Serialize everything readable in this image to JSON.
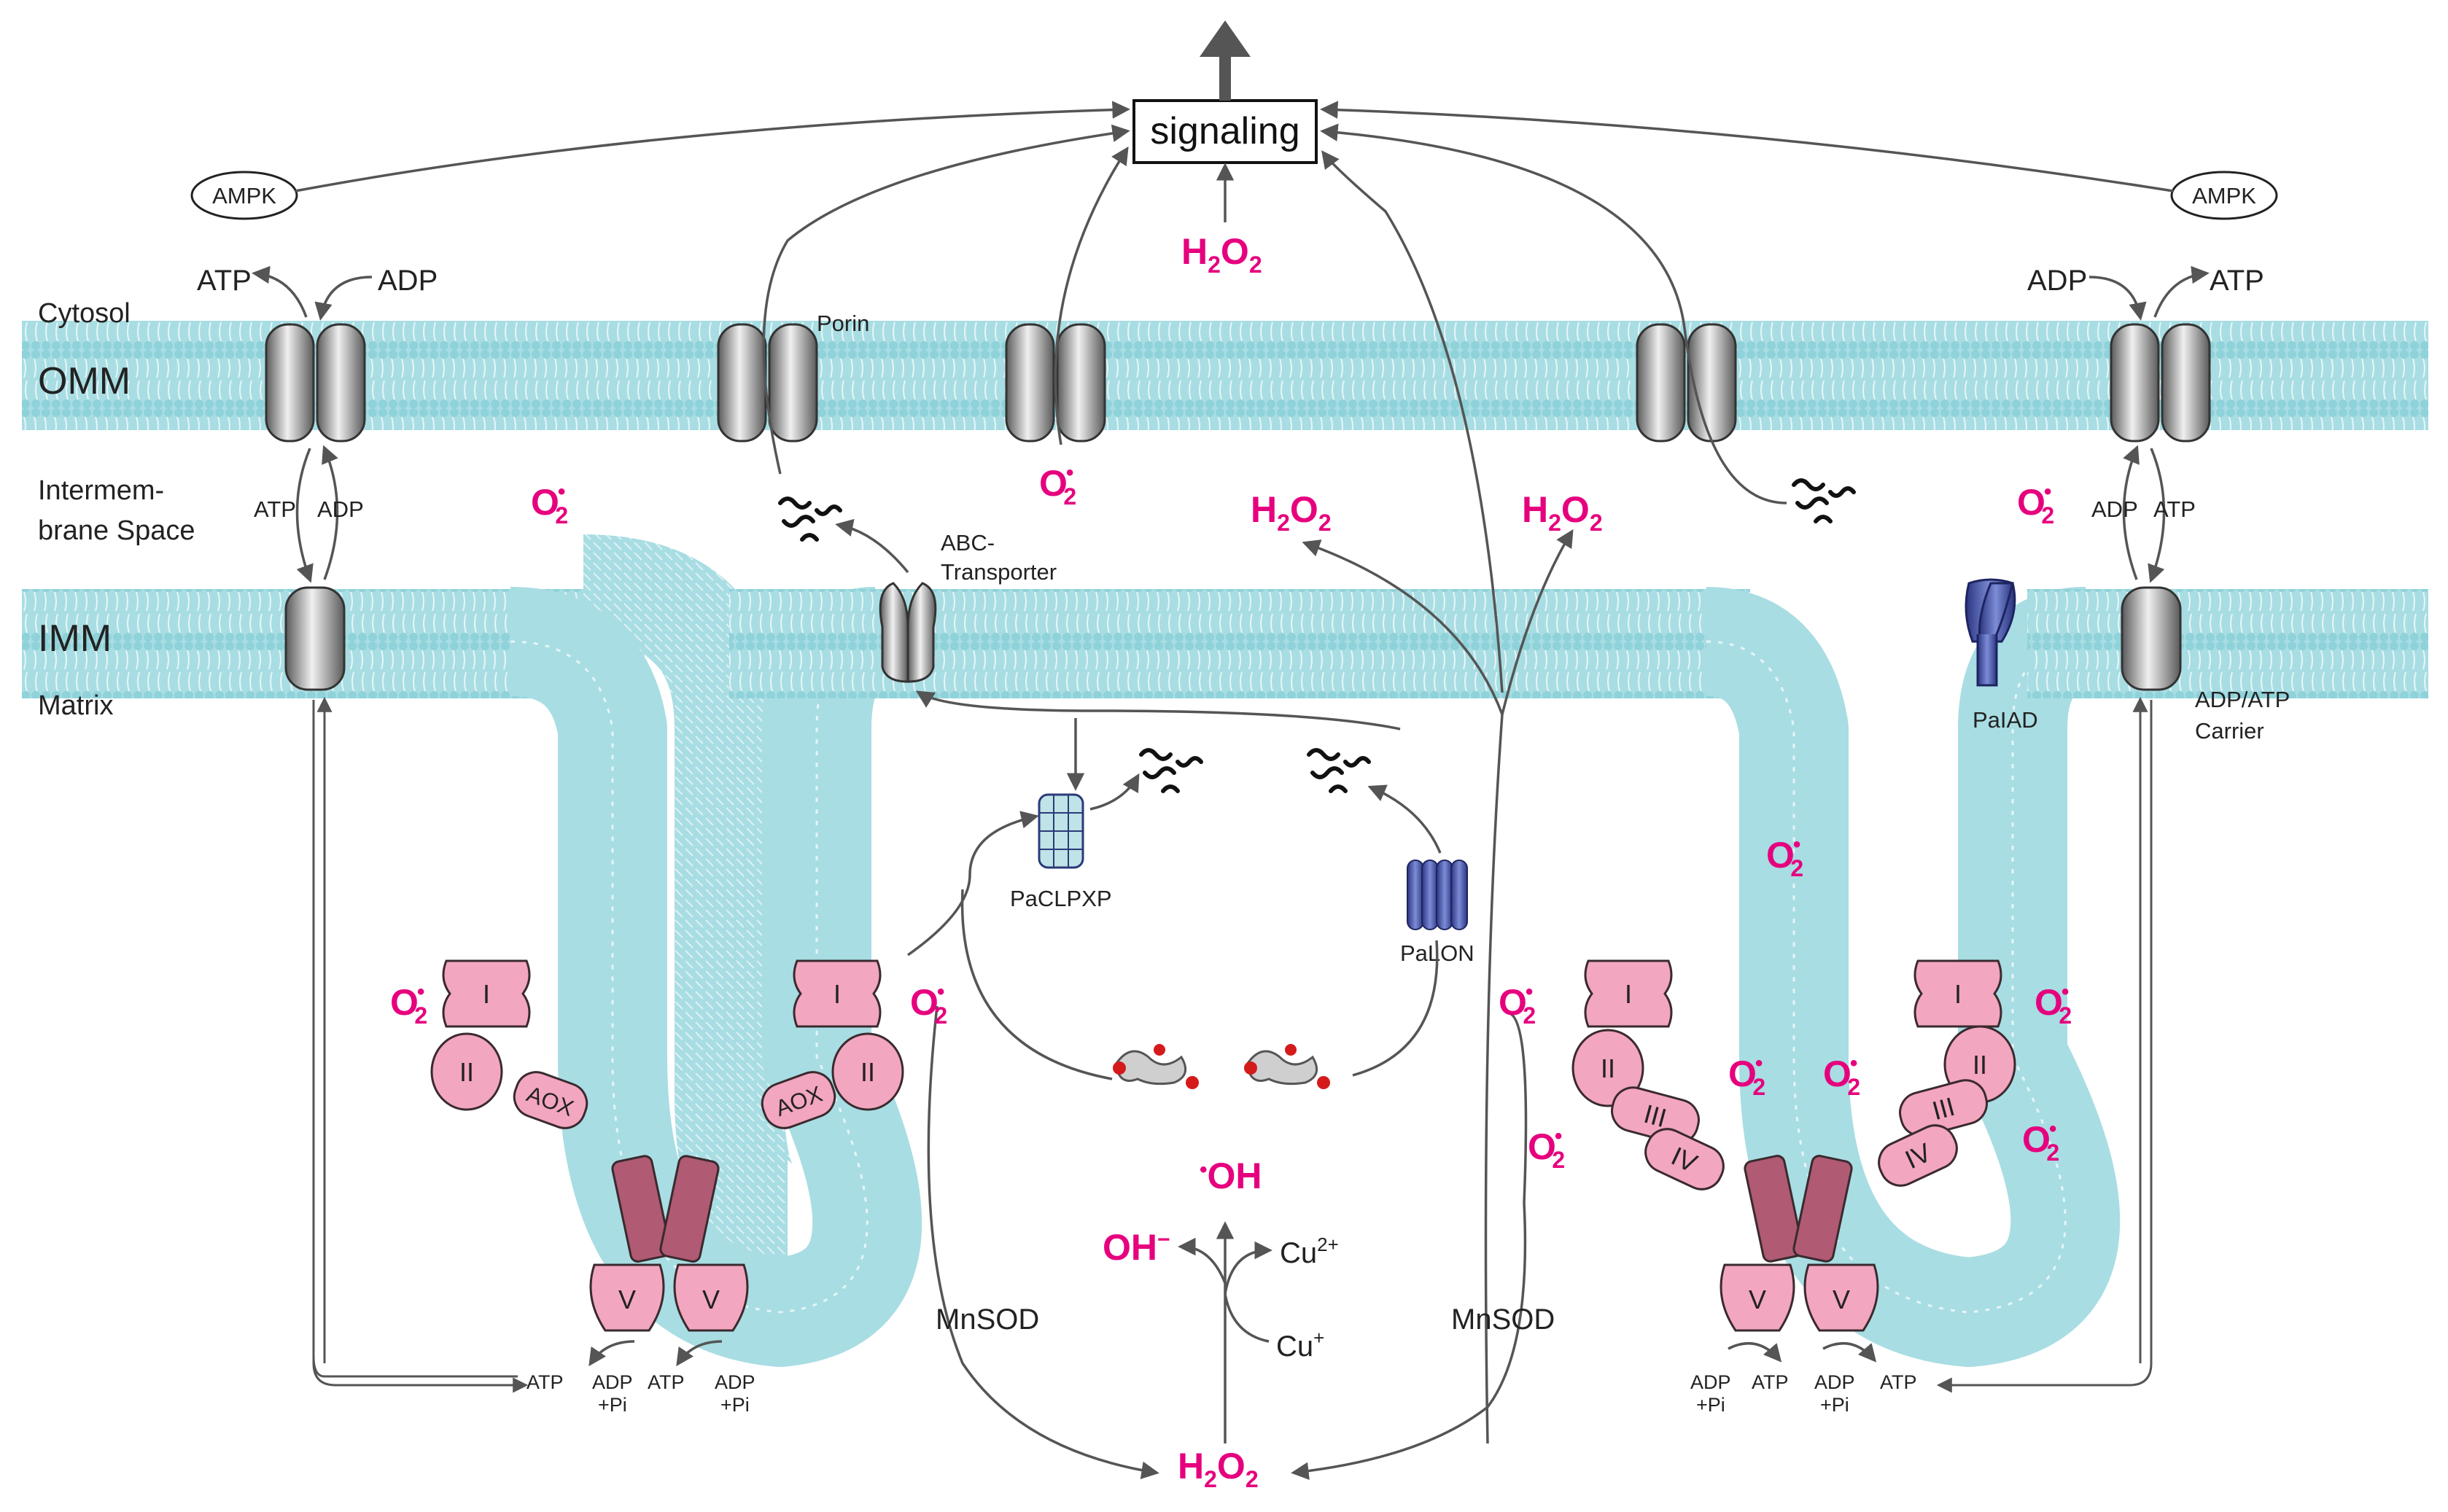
{
  "signaling": "signaling",
  "ampk_left": "AMPK",
  "ampk_right": "AMPK",
  "regions": {
    "cytosol": "Cytosol",
    "omm": "OMM",
    "ims_line1": "Intermem-",
    "ims_line2": "brane Space",
    "imm": "IMM",
    "matrix": "Matrix"
  },
  "labels": {
    "atp": "ATP",
    "adp": "ADP",
    "adp_pi_top": "ADP",
    "adp_pi_bottom": "+Pi",
    "porin": "Porin",
    "abc_line1": "ABC-",
    "abc_line2": "Transporter",
    "paclpxp": "PaCLPXP",
    "palon": "PaLON",
    "palad": "PaIAD",
    "carrier_line1": "ADP/ATP",
    "carrier_line2": "Carrier",
    "mnsod": "MnSOD",
    "cu2": "Cu",
    "cu2_sup": "2+",
    "cu1": "Cu",
    "cu1_sup": "+",
    "oh_minus": "OH",
    "oh_minus_sup": "−",
    "oh_radical": "OH",
    "oh_radical_dot": "•",
    "h2o2_h": "H",
    "h2o2_2": "2",
    "h2o2_o": "O",
    "o2": "O",
    "o2_sub": "2",
    "o2_sup": "•"
  },
  "complexes": {
    "I": "I",
    "II": "II",
    "III": "III",
    "IV": "IV",
    "V": "V",
    "AOX": "AOX"
  },
  "colors": {
    "membrane": "#a8dde3",
    "ros": "#e6007e",
    "complex": "#f3a6bf",
    "protease_blue": "#4a5aa8",
    "clpxp": "#bfe3e6",
    "porin_gray": "#8a8a8a"
  }
}
